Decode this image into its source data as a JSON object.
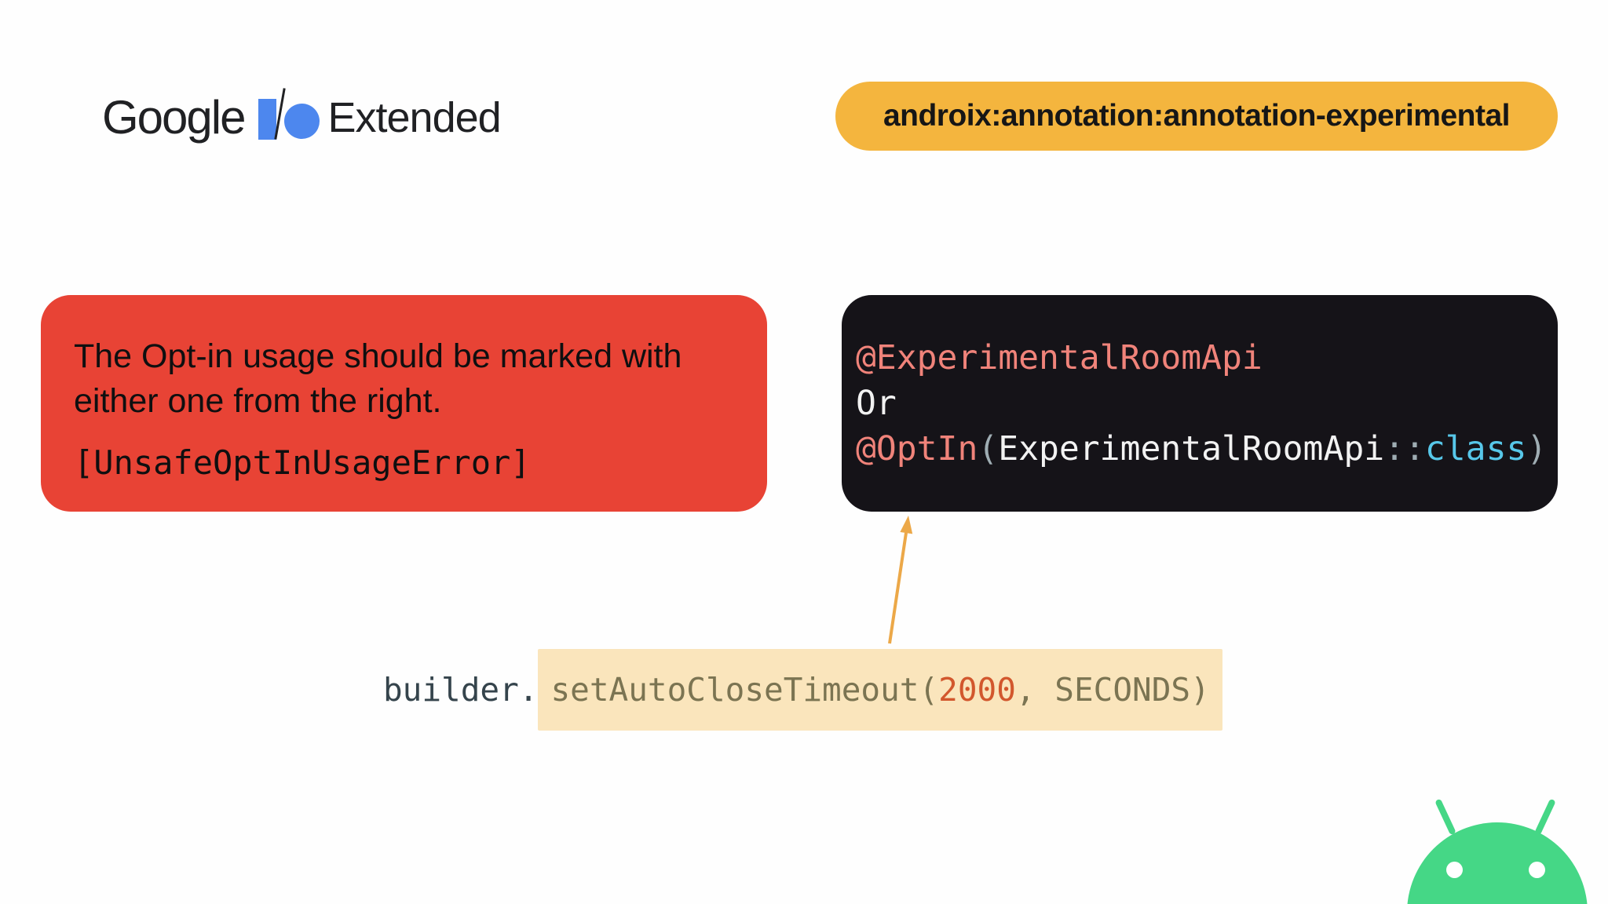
{
  "theme": {
    "page-bg": "#FEFEFE",
    "ink": "#202124",
    "logo-blue": "#4D87EE",
    "badge-bg": "#F4B53E",
    "badge-ink": "#161616",
    "warn-bg": "#E84335",
    "warn-ink": "#0F0F10",
    "code-bg": "#151318",
    "tok-annotation": "#F0837A",
    "tok-plain": "#F2F2F2",
    "tok-muted": "#9FADB3",
    "tok-class": "#57C7E9",
    "arrow": "#ECA848",
    "hl-bg": "#FAE5BC",
    "tok-method": "#7B7452",
    "tok-number": "#D2572D",
    "tok-receiver": "#35444C",
    "android-green": "#45D786",
    "eye-white": "#FFFFFF"
  },
  "logo": {
    "google": "Google",
    "extended": "Extended"
  },
  "badge": {
    "label": "androix:annotation:annotation-experimental"
  },
  "warning_box": {
    "message_line1": "The Opt-in usage should be marked with",
    "message_line2": "either one from the right.",
    "error_code": "[UnsafeOptInUsageError]"
  },
  "code_box": {
    "line1": "@ExperimentalRoomApi",
    "line2": "Or",
    "line3": {
      "t0": "@OptIn",
      "t1": "(",
      "t2": "ExperimentalRoomApi",
      "t3": "::",
      "t4": "class",
      "t5": ")"
    }
  },
  "code_line": {
    "receiver": "builder.",
    "method": "setAutoCloseTimeout(",
    "number": "2000",
    "rest": ", SECONDS)"
  }
}
